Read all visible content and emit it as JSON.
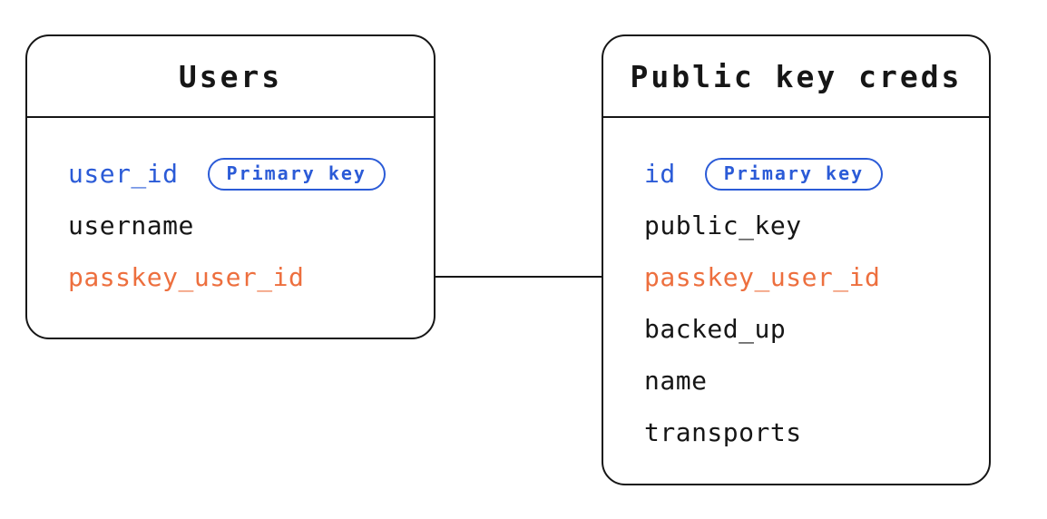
{
  "diagram": {
    "background": "#ffffff",
    "colors": {
      "primary_key_blue": "#2B5BD7",
      "foreign_key_orange": "#ED6F3E",
      "line_black": "#161616"
    },
    "tables": [
      {
        "name": "Users",
        "fields": [
          {
            "name": "user_id",
            "badge": "Primary key",
            "role": "primary"
          },
          {
            "name": "username",
            "role": "normal"
          },
          {
            "name": "passkey_user_id",
            "role": "foreign"
          }
        ]
      },
      {
        "name": "Public key creds",
        "fields": [
          {
            "name": "id",
            "badge": "Primary key",
            "role": "primary"
          },
          {
            "name": "public_key",
            "role": "normal"
          },
          {
            "name": "passkey_user_id",
            "role": "foreign"
          },
          {
            "name": "backed_up",
            "role": "normal"
          },
          {
            "name": "name",
            "role": "normal"
          },
          {
            "name": "transports",
            "role": "normal"
          }
        ]
      }
    ],
    "relationship": {
      "from_table": "Users",
      "from_field": "passkey_user_id",
      "to_table": "Public key creds",
      "to_field": "passkey_user_id"
    }
  }
}
